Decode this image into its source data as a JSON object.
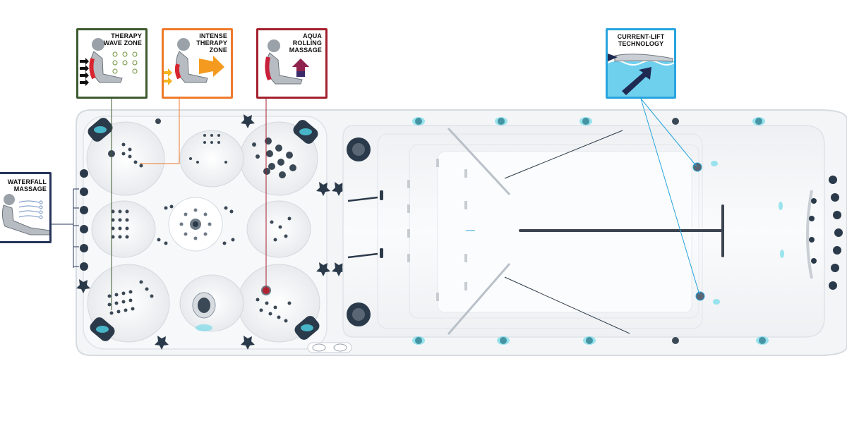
{
  "features": {
    "therapy_wave_zone": {
      "label": "THERAPY\nWAVE ZONE",
      "color": "#3c5a2e",
      "icon": "seated-person-wave-jets-icon"
    },
    "intense_therapy_zone": {
      "label": "INTENSE\nTHERAPY\nZONE",
      "color": "#ee7a2a",
      "icon": "seated-person-intense-jets-icon"
    },
    "aqua_rolling_massage": {
      "label": "AQUA\nROLLING\nMASSAGE",
      "color": "#a3202c",
      "icon": "seated-person-rolling-massage-icon"
    },
    "current_lift_technology": {
      "label": "CURRENT-LIFT\nTECHNOLOGY",
      "color": "#27a4dd",
      "icon": "swimmer-current-icon"
    },
    "waterfall_massage": {
      "label": "WATERFALL\nMASSAGE",
      "color": "#243458",
      "icon": "reclining-person-waterfall-icon"
    }
  },
  "colors": {
    "shell": "#f4f5f7",
    "shell_edge": "#d9dde2",
    "jet": "#2b3a4a",
    "accent_blue": "#4fd3e6",
    "lane_marker": "#3b4450"
  }
}
